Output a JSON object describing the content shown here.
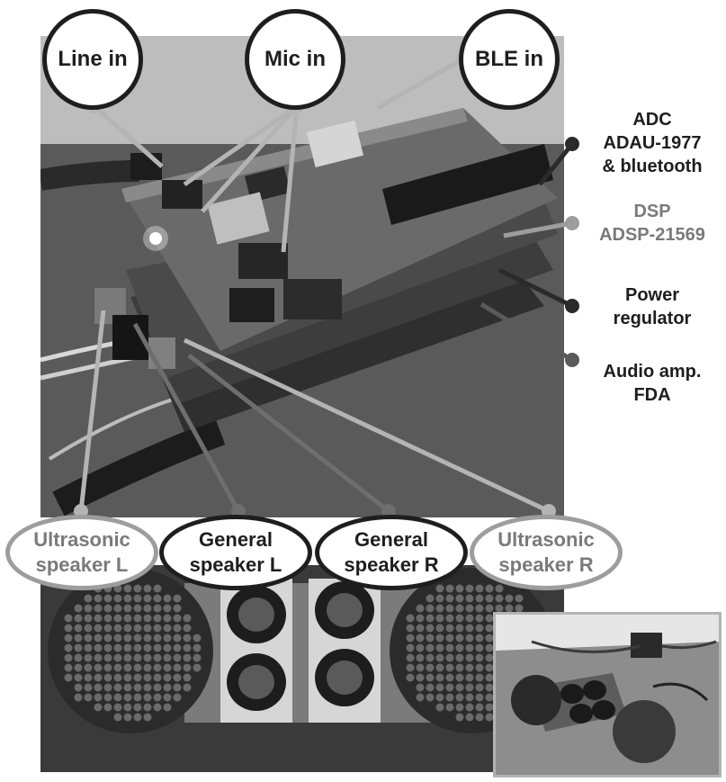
{
  "labels": {
    "line_in": "Line in",
    "mic_in": "Mic in",
    "ble_in": "BLE in",
    "adc": [
      "ADC",
      "ADAU-1977",
      "& bluetooth"
    ],
    "dsp": [
      "DSP",
      "ADSP-21569"
    ],
    "power": [
      "Power",
      "regulator"
    ],
    "amp": [
      "Audio amp.",
      "FDA"
    ],
    "ultra_l": [
      "Ultrasonic",
      "speaker L"
    ],
    "general_l": [
      "General",
      "speaker L"
    ],
    "general_r": [
      "General",
      "speaker R"
    ],
    "ultra_r": [
      "Ultrasonic",
      "speaker R"
    ]
  },
  "colors": {
    "dark": "#1e1e1e",
    "gray": "#9d9d9d"
  }
}
